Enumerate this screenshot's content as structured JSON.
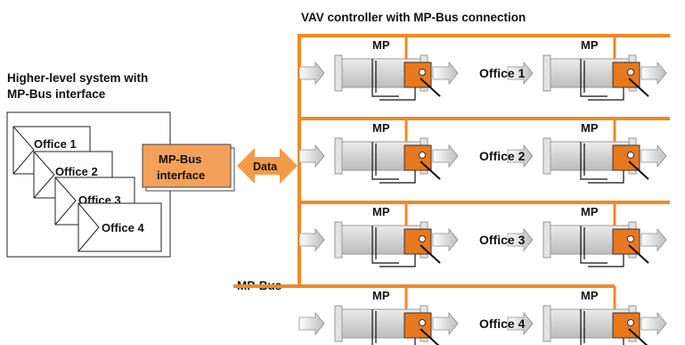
{
  "diagram": {
    "title": "VAV controller with MP-Bus connection",
    "higher_level": {
      "caption_line1": "Higher-level system with",
      "caption_line2": "MP-Bus interface",
      "screens": [
        "Office 1",
        "Office 2",
        "Office 3",
        "Office 4"
      ]
    },
    "interface": {
      "line1": "MP-Bus",
      "line2": "interface"
    },
    "data_arrow_label": "Data",
    "bus_label": "MP-Bus",
    "mp_label": "MP",
    "offices": [
      "Office 1",
      "Office 2",
      "Office 3",
      "Office 4"
    ],
    "colors": {
      "bus": "#f08a24",
      "actuator": "#e8781e",
      "duct": "#d6d6d6",
      "duct_border": "#9a9a9a",
      "interface_box": "#f3a15a",
      "data_arrow": "#f39a46"
    }
  }
}
